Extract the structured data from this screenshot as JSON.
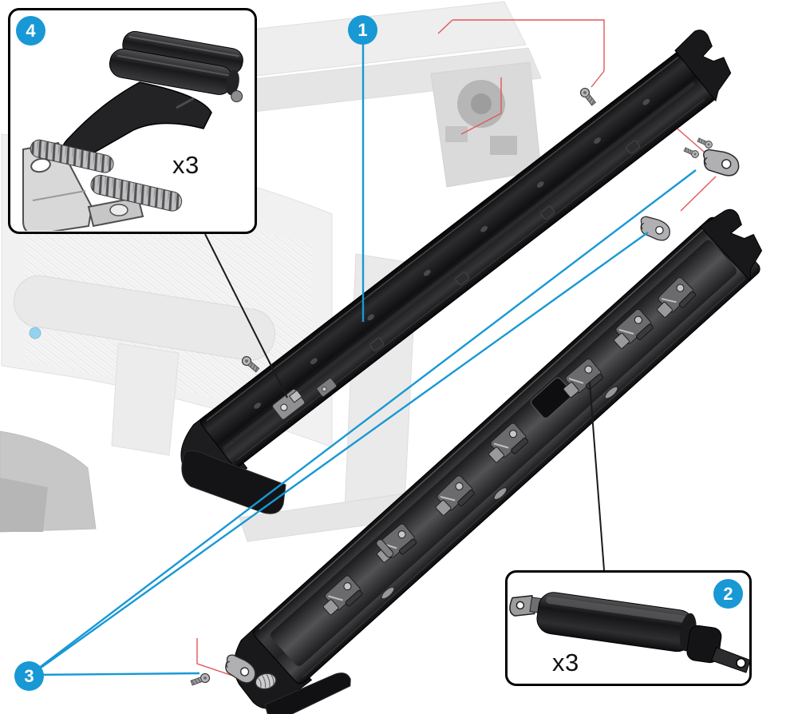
{
  "colors": {
    "callout_blue": "#1898d5",
    "leader_red": "#e2575b",
    "leader_black": "#1a1a1a",
    "part_dark": "#1b1b1d",
    "metal_gray": "#b0b0b2",
    "faded_printer_gray": "#d9d9d9",
    "background": "#ffffff"
  },
  "callouts": {
    "one": {
      "number": "1"
    },
    "two": {
      "number": "2"
    },
    "three": {
      "number": "3"
    },
    "four": {
      "number": "4"
    }
  },
  "insets": {
    "roller_box": {
      "quantity_label": "x3"
    },
    "damper_box": {
      "quantity_label": "x3"
    }
  }
}
